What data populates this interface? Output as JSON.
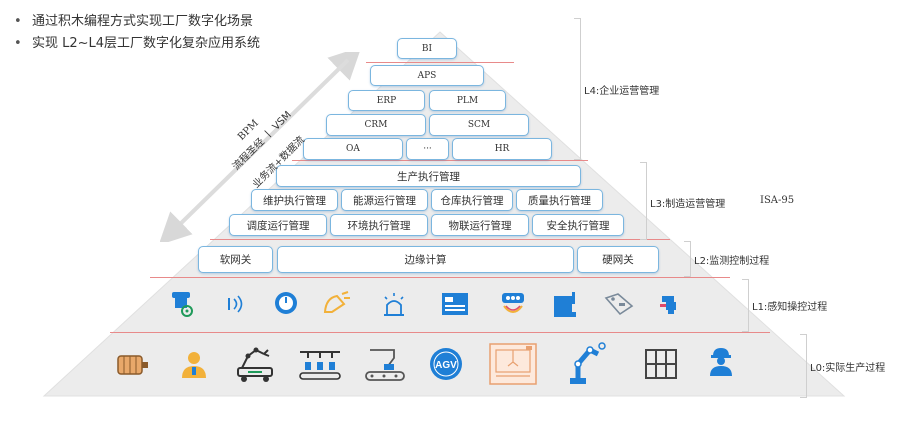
{
  "bullets": [
    "通过积木编程方式实现工厂数字化场景",
    "实现 L2~L4层工厂数字化复杂应用系统"
  ],
  "pyramid": {
    "l4": {
      "row1": [
        "BI"
      ],
      "row2": [
        "APS"
      ],
      "row3": [
        "ERP",
        "PLM"
      ],
      "row4": [
        "CRM",
        "SCM"
      ],
      "row5": [
        "OA",
        "···",
        "HR"
      ]
    },
    "l3": {
      "header": "生产执行管理",
      "row1": [
        "维护执行管理",
        "能源运行管理",
        "仓库执行管理",
        "质量执行管理"
      ],
      "row2": [
        "调度运行管理",
        "环境执行管理",
        "物联运行管理",
        "安全执行管理"
      ]
    },
    "l2": [
      "软网关",
      "边缘计算",
      "硬网关"
    ]
  },
  "levels": {
    "l4": "L4:企业运营管理",
    "l3": "L3:制造运营管理",
    "l3_std": "ISA-95",
    "l2": "L2:监测控制过程",
    "l1": "L1:感知操控过程",
    "l0": "L0:实际生产过程"
  },
  "arrow": {
    "line1": "BPM",
    "line2": "流程圣经 丨 VSM",
    "line3": "业务流+数据流"
  },
  "colors": {
    "accent": "#1f7fd6",
    "orange": "#f2b13a",
    "pyramid_gray": "#e9e9e9",
    "box_border": "#7bb6df",
    "divider": "#e88a8a"
  },
  "icons": {
    "l1": [
      "gps-device-icon",
      "wireless-sensor-icon",
      "gauge-icon",
      "smart-light-icon",
      "alarm-light-icon",
      "plc-controller-icon",
      "vision-sensor-icon",
      "scanner-icon",
      "rfid-tag-icon",
      "mobile-terminal-icon"
    ],
    "l0": [
      "motor-icon",
      "worker-icon",
      "mobile-robot-icon",
      "assembly-line-icon",
      "conveyor-icon",
      "agv-icon",
      "cnc-machine-icon",
      "robot-arm-icon",
      "warehouse-rack-icon",
      "safety-worker-icon"
    ],
    "agv_text": "AGV"
  }
}
